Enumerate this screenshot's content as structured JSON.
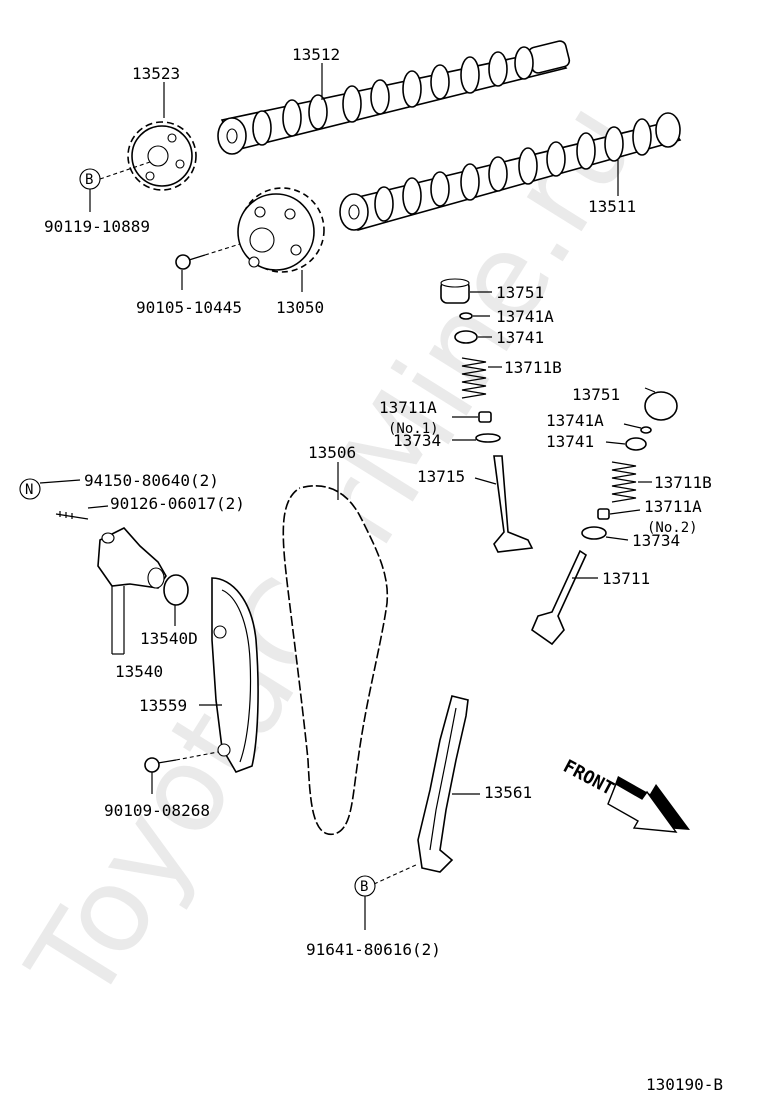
{
  "watermark": "ToyotaCarMine.ru",
  "diagram_id": "130190-B",
  "labels": {
    "p13512": "13512",
    "p13523": "13523",
    "b_sprocket": "B",
    "p90119": "90119-10889",
    "p13511": "13511",
    "p90105": "90105-10445",
    "p13050": "13050",
    "p13751_a": "13751",
    "p13741A_a": "13741A",
    "p13741_a": "13741",
    "p13711B_a": "13711B",
    "p13711A_a": "13711A",
    "no1": "(No.1)",
    "p13734_a": "13734",
    "p13715": "13715",
    "p13751_b": "13751",
    "p13741A_b": "13741A",
    "p13741_b": "13741",
    "p13711B_b": "13711B",
    "p13711A_b": "13711A",
    "no2": "(No.2)",
    "p13734_b": "13734",
    "p13711": "13711",
    "p13506": "13506",
    "n_circle": "N",
    "p94150": "94150-80640(2)",
    "p90126": "90126-06017(2)",
    "p13540D": "13540D",
    "p13540": "13540",
    "p13559": "13559",
    "p90109": "90109-08268",
    "p13561": "13561",
    "front": "FRONT",
    "b_guide": "B",
    "p91641": "91641-80616(2)"
  }
}
